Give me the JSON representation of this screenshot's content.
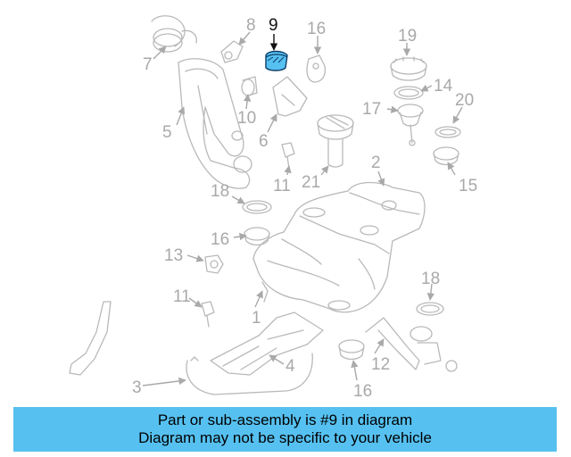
{
  "diagram": {
    "highlight_color": "#56c1f1",
    "callouts": [
      "1",
      "2",
      "3",
      "4",
      "5",
      "6",
      "7",
      "8",
      "9",
      "10",
      "11",
      "11",
      "12",
      "13",
      "14",
      "15",
      "16",
      "16",
      "16",
      "17",
      "18",
      "18",
      "19",
      "20",
      "21"
    ]
  },
  "banner": {
    "line1": "Part or sub-assembly is #9 in diagram",
    "line2": "Diagram may not be specific to your vehicle",
    "background": "#56c1f1"
  }
}
